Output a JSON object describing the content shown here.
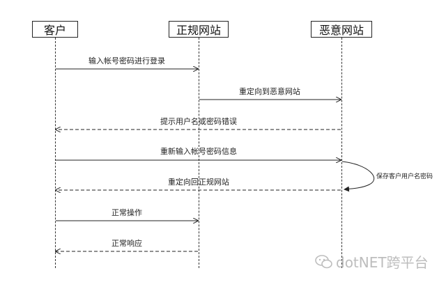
{
  "actors": [
    "客户",
    "正规网站",
    "恶意网站"
  ],
  "messages": [
    {
      "label": "输入帐号密码进行登录",
      "style": "solid"
    },
    {
      "label": "重定向到恶意网站",
      "style": "solid"
    },
    {
      "label": "提示用户名或密码错误",
      "style": "dashed"
    },
    {
      "label": "重新输入帐号密码信息",
      "style": "solid"
    },
    {
      "label": "重定向回正规网站",
      "style": "dashed"
    },
    {
      "label": "正常操作",
      "style": "solid"
    },
    {
      "label": "正常响应",
      "style": "dashed"
    }
  ],
  "self_note": "保存客户用户名密码",
  "watermark": "dotNET跨平台"
}
